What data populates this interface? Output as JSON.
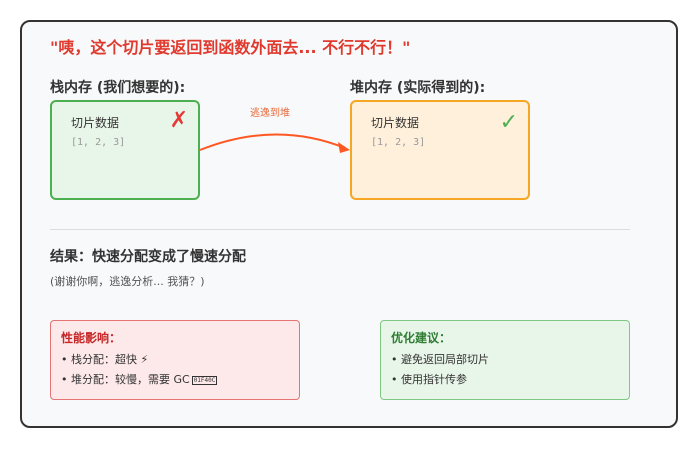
{
  "title": "\"咦，这个切片要返回到函数外面去... 不行不行！\"",
  "stack": {
    "label": "栈内存 (我们想要的):",
    "box_title": "切片数据",
    "box_code": "[1, 2, 3]",
    "mark": "✗"
  },
  "heap": {
    "label": "堆内存 (实际得到的):",
    "box_title": "切片数据",
    "box_code": "[1, 2, 3]",
    "mark": "✓"
  },
  "arrow": {
    "label": "逃逸到堆"
  },
  "result": {
    "title": "结果：快速分配变成了慢速分配",
    "note": "(谢谢你啊，逃逸分析... 我猜？)"
  },
  "performance": {
    "title": "性能影响：",
    "items": [
      "• 栈分配：超快 ⚡",
      "• 堆分配：较慢，需要 GC"
    ],
    "glyph": "01F40C"
  },
  "advice": {
    "title": "优化建议：",
    "items": [
      "• 避免返回局部切片",
      "• 使用指针传参"
    ]
  },
  "colors": {
    "title": "#e03a2f",
    "stack_border": "#4caf50",
    "heap_border": "#f5a623",
    "arrow": "#ff5722"
  }
}
